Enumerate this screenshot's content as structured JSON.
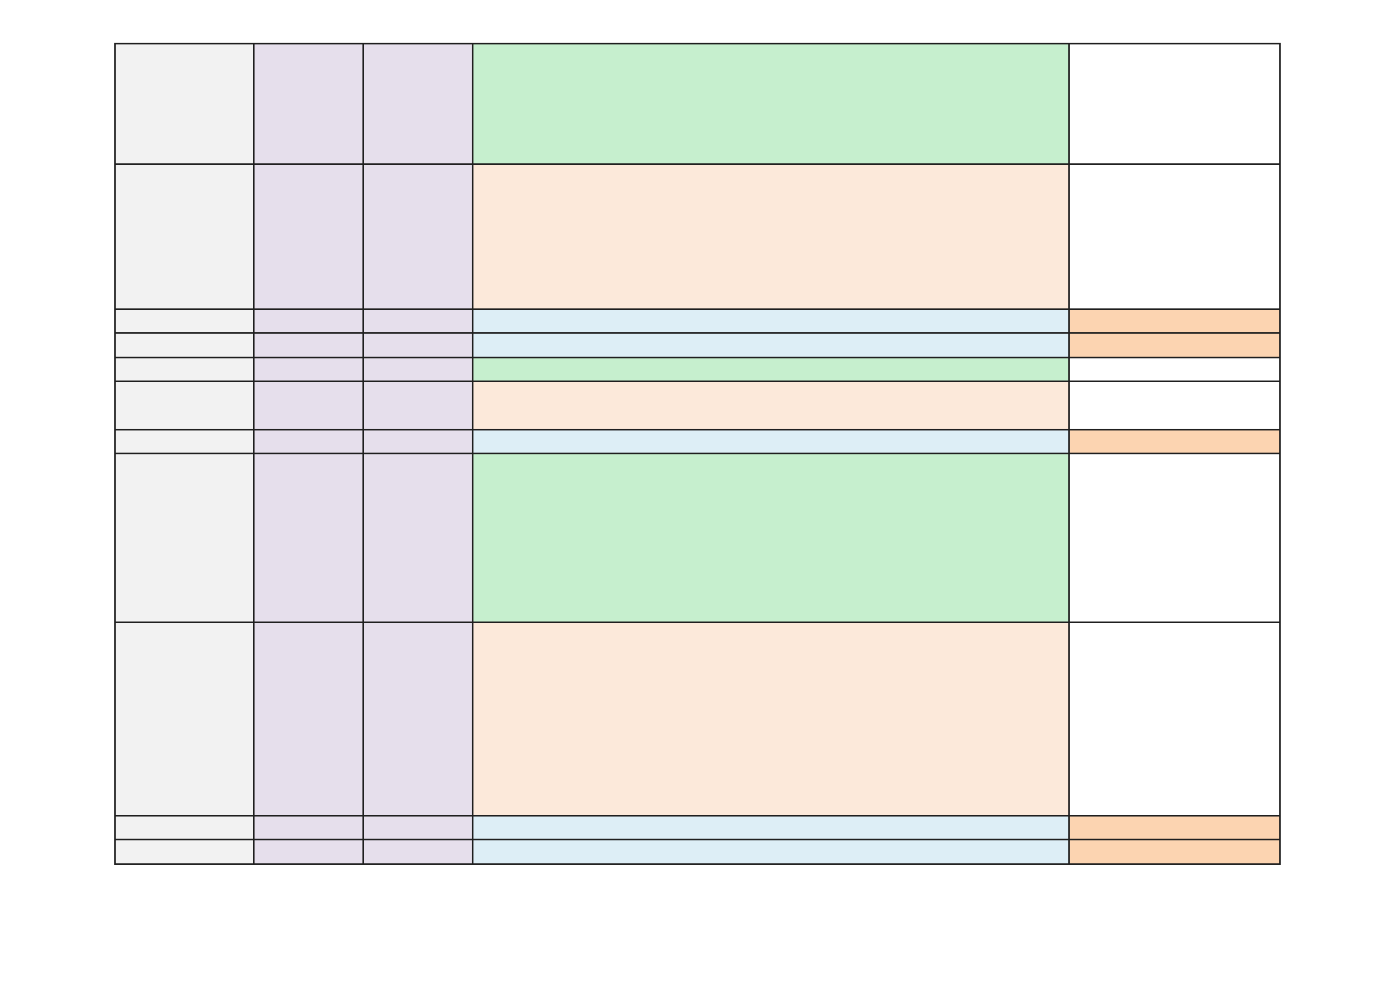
{
  "sheet": {
    "colors": {
      "gray": "#f2f2f2",
      "lavender": "#e6dfec",
      "green": "#c6efce",
      "peach": "#fce9da",
      "blue": "#ddeef6",
      "white": "#ffffff",
      "orange": "#fcd4b1",
      "border": "#1f1f1f"
    },
    "rows": [
      {
        "cells": [
          "",
          "",
          "",
          "",
          ""
        ],
        "fills": [
          "gray",
          "lavender",
          "lavender",
          "green",
          "white"
        ]
      },
      {
        "cells": [
          "",
          "",
          "",
          "",
          ""
        ],
        "fills": [
          "gray",
          "lavender",
          "lavender",
          "peach",
          "white"
        ]
      },
      {
        "cells": [
          "",
          "",
          "",
          "",
          ""
        ],
        "fills": [
          "gray",
          "lavender",
          "lavender",
          "blue",
          "orange"
        ]
      },
      {
        "cells": [
          "",
          "",
          "",
          "",
          ""
        ],
        "fills": [
          "gray",
          "lavender",
          "lavender",
          "blue",
          "orange"
        ]
      },
      {
        "cells": [
          "",
          "",
          "",
          "",
          ""
        ],
        "fills": [
          "gray",
          "lavender",
          "lavender",
          "green",
          "white"
        ]
      },
      {
        "cells": [
          "",
          "",
          "",
          "",
          ""
        ],
        "fills": [
          "gray",
          "lavender",
          "lavender",
          "peach",
          "white"
        ]
      },
      {
        "cells": [
          "",
          "",
          "",
          "",
          ""
        ],
        "fills": [
          "gray",
          "lavender",
          "lavender",
          "blue",
          "orange"
        ]
      },
      {
        "cells": [
          "",
          "",
          "",
          "",
          ""
        ],
        "fills": [
          "gray",
          "lavender",
          "lavender",
          "green",
          "white"
        ]
      },
      {
        "cells": [
          "",
          "",
          "",
          "",
          ""
        ],
        "fills": [
          "gray",
          "lavender",
          "lavender",
          "peach",
          "white"
        ]
      },
      {
        "cells": [
          "",
          "",
          "",
          "",
          ""
        ],
        "fills": [
          "gray",
          "lavender",
          "lavender",
          "blue",
          "orange"
        ]
      },
      {
        "cells": [
          "",
          "",
          "",
          "",
          ""
        ],
        "fills": [
          "gray",
          "lavender",
          "lavender",
          "blue",
          "orange"
        ]
      }
    ]
  }
}
